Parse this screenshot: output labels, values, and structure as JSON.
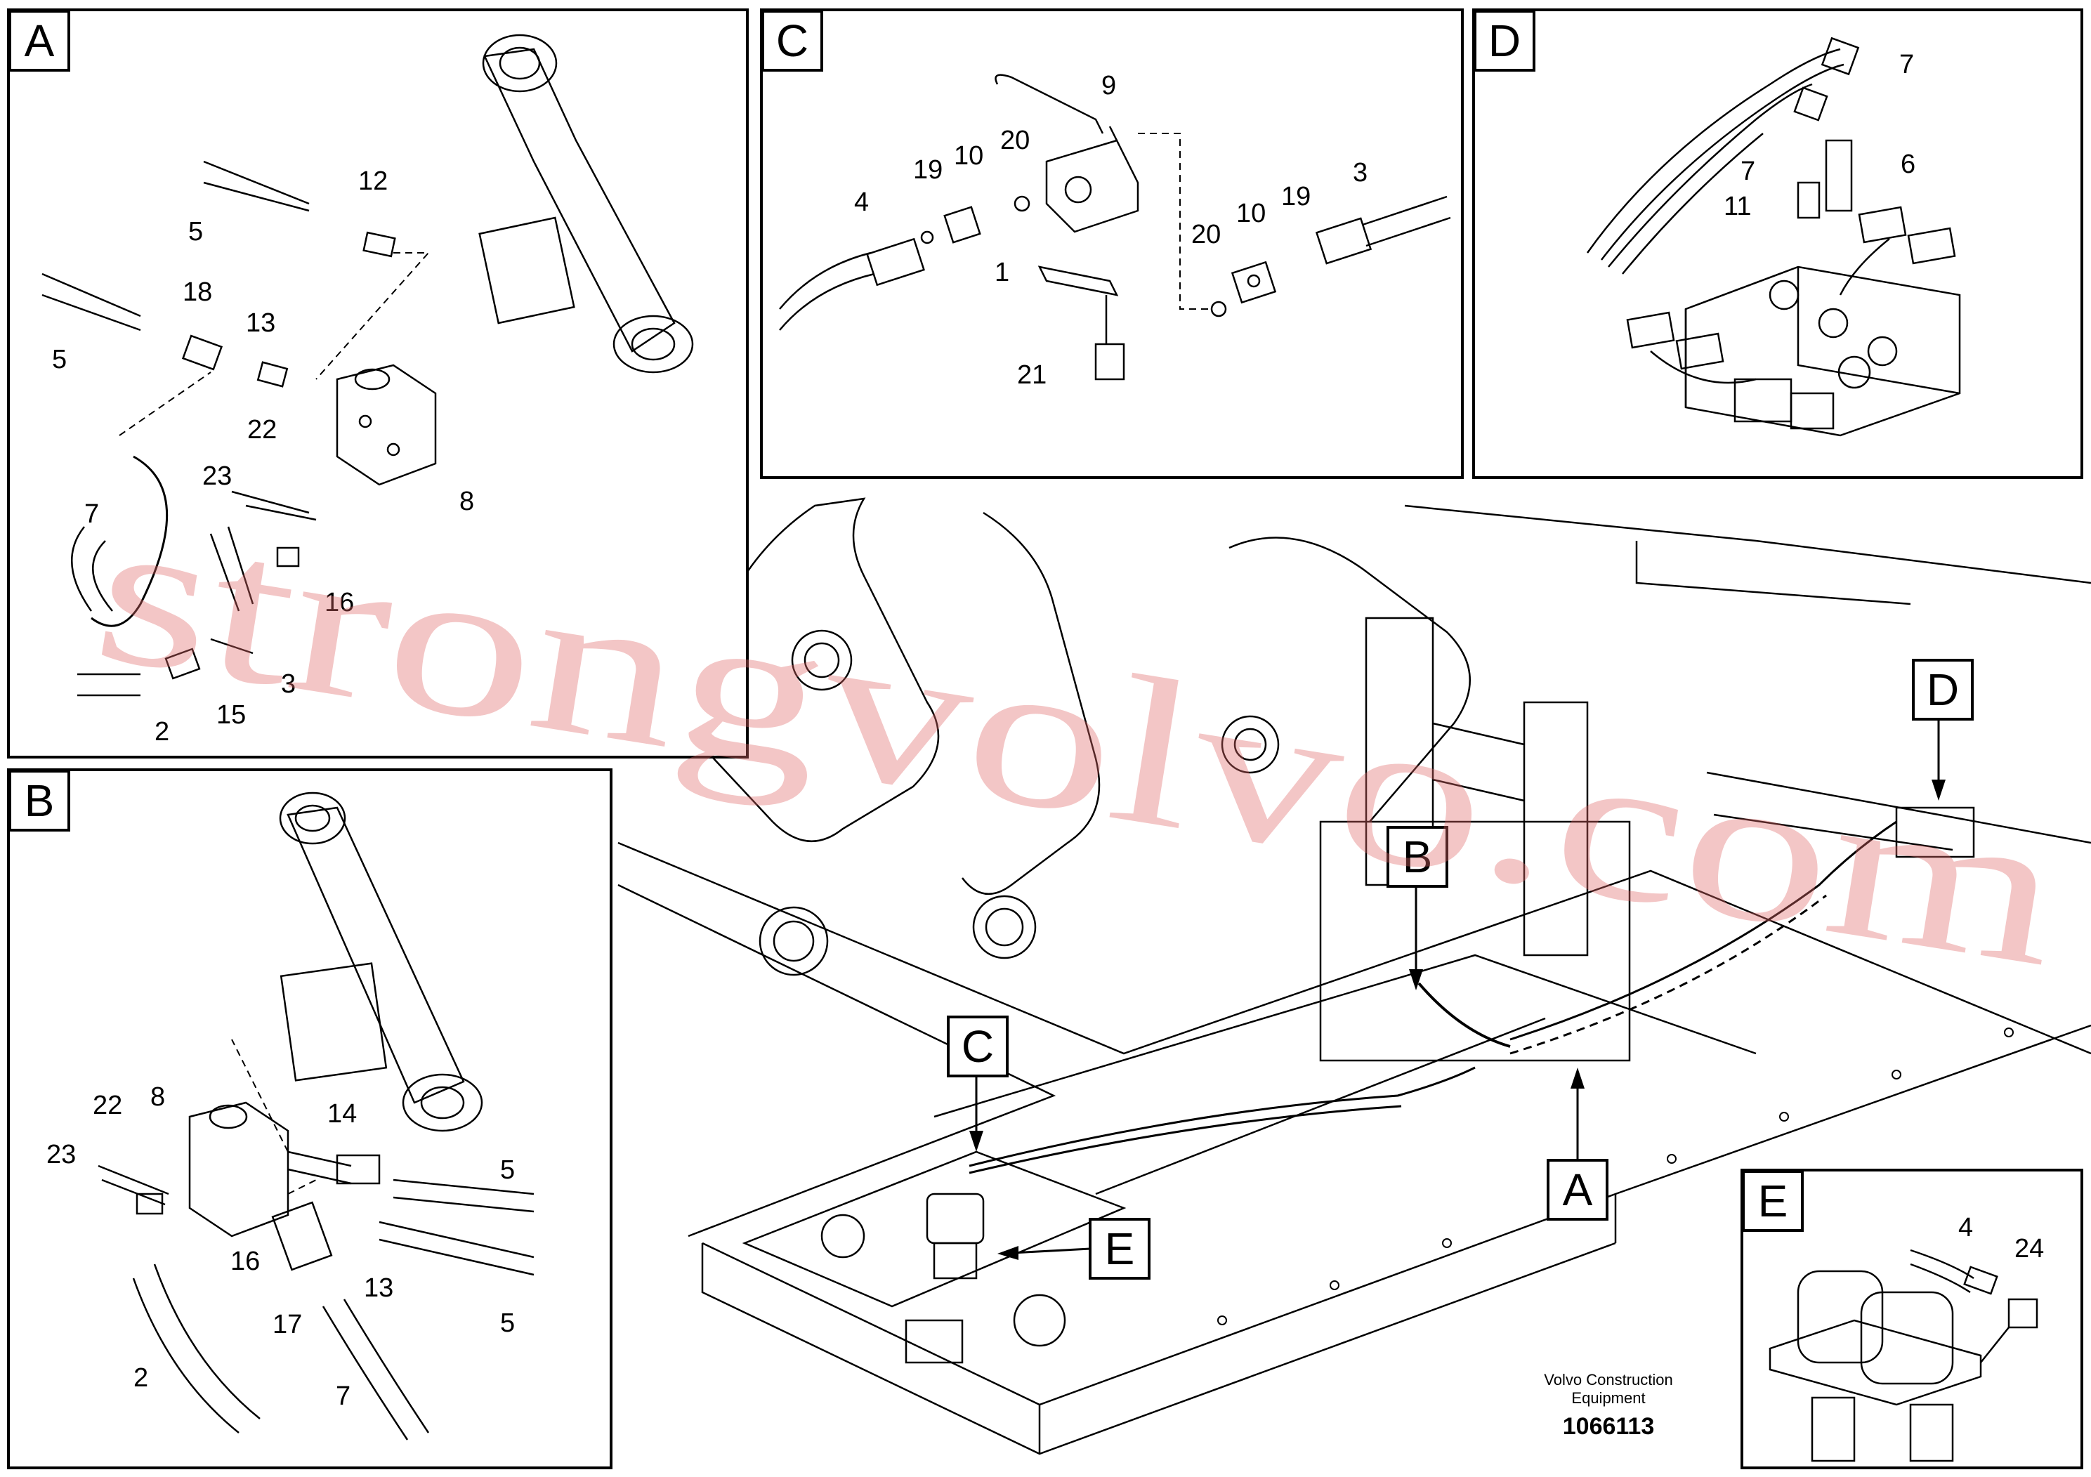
{
  "panels": {
    "A": {
      "letter": "A",
      "labels": [
        "12",
        "5",
        "18",
        "13",
        "5",
        "22",
        "23",
        "8",
        "7",
        "16",
        "3",
        "2",
        "15"
      ]
    },
    "B": {
      "letter": "B",
      "labels": [
        "8",
        "22",
        "23",
        "14",
        "5",
        "16",
        "13",
        "17",
        "5",
        "2",
        "7"
      ]
    },
    "C": {
      "letter": "C",
      "labels": [
        "9",
        "20",
        "10",
        "19",
        "4",
        "1",
        "21",
        "3",
        "19",
        "10",
        "20"
      ]
    },
    "D": {
      "letter": "D",
      "labels": [
        "7",
        "7",
        "6",
        "11"
      ]
    },
    "E": {
      "letter": "E",
      "labels": [
        "4",
        "24"
      ]
    }
  },
  "main": {
    "callouts": [
      "D",
      "B",
      "C",
      "E",
      "A"
    ]
  },
  "caption": {
    "line1": "Volvo Construction",
    "line2": "Equipment",
    "number": "1066113"
  },
  "watermark": "strongvolvo.com",
  "colors": {
    "line": "#000000",
    "watermark": "#e26b6b"
  }
}
